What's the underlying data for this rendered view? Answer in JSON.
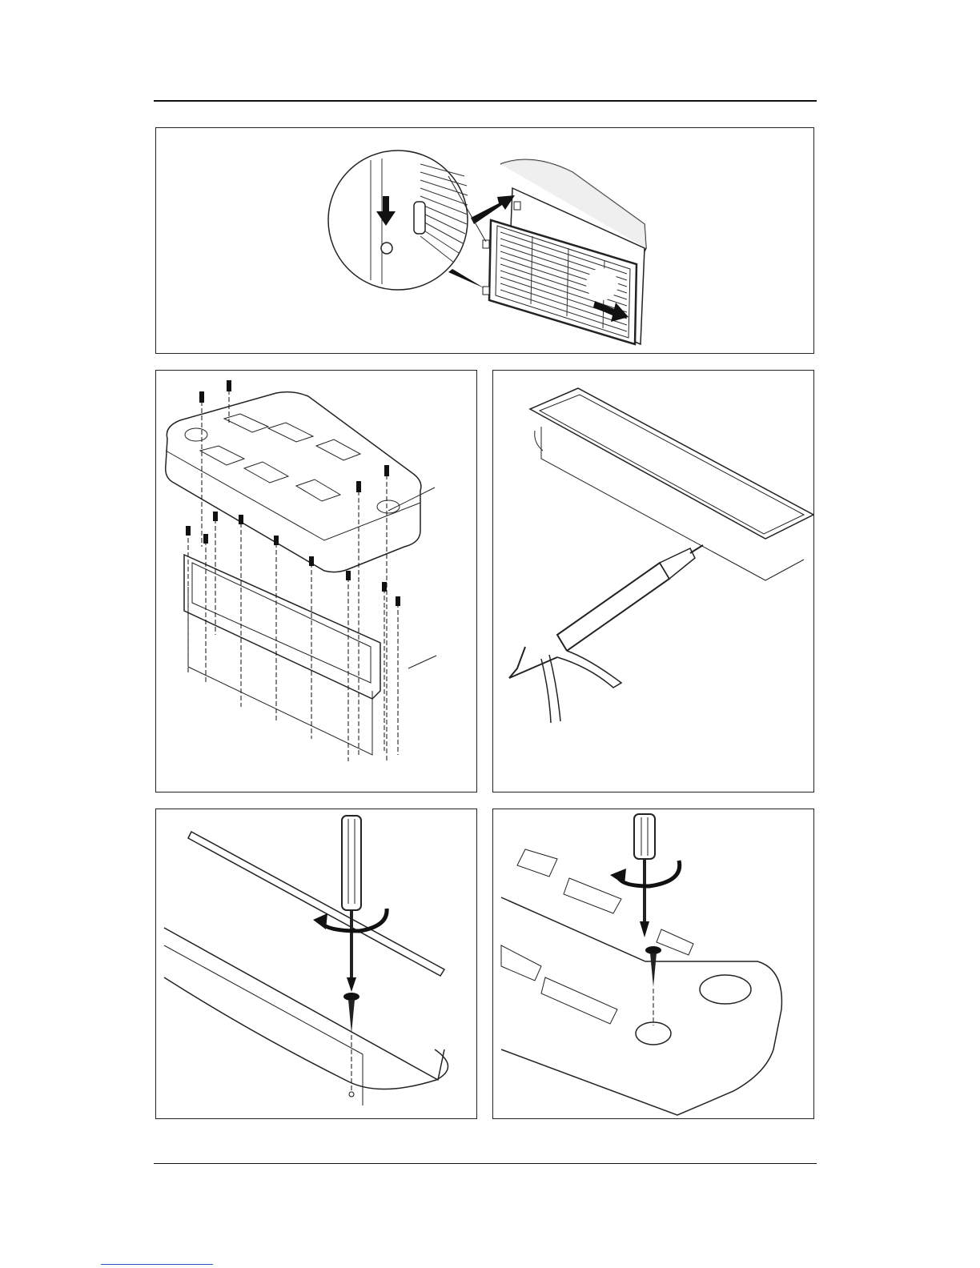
{
  "document": {
    "figures": [
      {
        "id": "1",
        "subject": "grille-removal"
      },
      {
        "id": "2",
        "subject": "frame-screw-assembly"
      },
      {
        "id": "3",
        "subject": "sealant-application"
      },
      {
        "id": "4",
        "subject": "frame-screwing"
      },
      {
        "id": "5",
        "subject": "cover-screwing"
      }
    ],
    "line_color": "#111111",
    "link_color": "#3355cc"
  }
}
